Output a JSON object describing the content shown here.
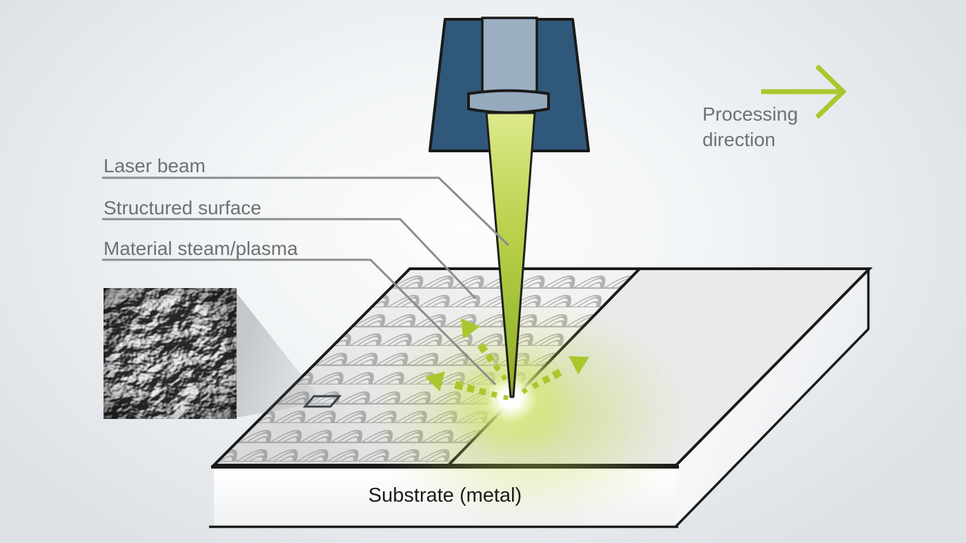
{
  "diagram": {
    "labels": {
      "laser_beam": "Laser beam",
      "structured_surface": "Structured surface",
      "material_steam": "Material steam/plasma",
      "substrate": "Substrate (metal)",
      "processing_direction": "Processing direction"
    },
    "icons": {
      "processing_arrow": "right-arrow-icon",
      "steam_arrows": "dashed-radiating-arrows"
    },
    "colors": {
      "accent_green": "#a9c82d",
      "beam_light_green": "#dce887",
      "laser_head_blue": "#30587a",
      "head_metal_gray": "#9aadc1",
      "label_gray": "#6e7072",
      "leader_line_gray": "#8a8c8e",
      "outline_black": "#1a1a1a"
    }
  }
}
